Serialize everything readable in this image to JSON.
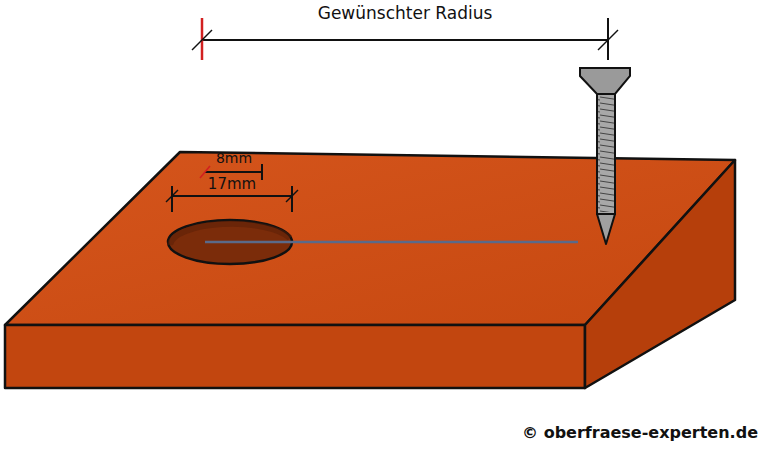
{
  "diagram": {
    "labels": [
      "Gewünschter Radius",
      "8mm",
      "17mm",
      "© oberfraese-experten.de"
    ]
  }
}
